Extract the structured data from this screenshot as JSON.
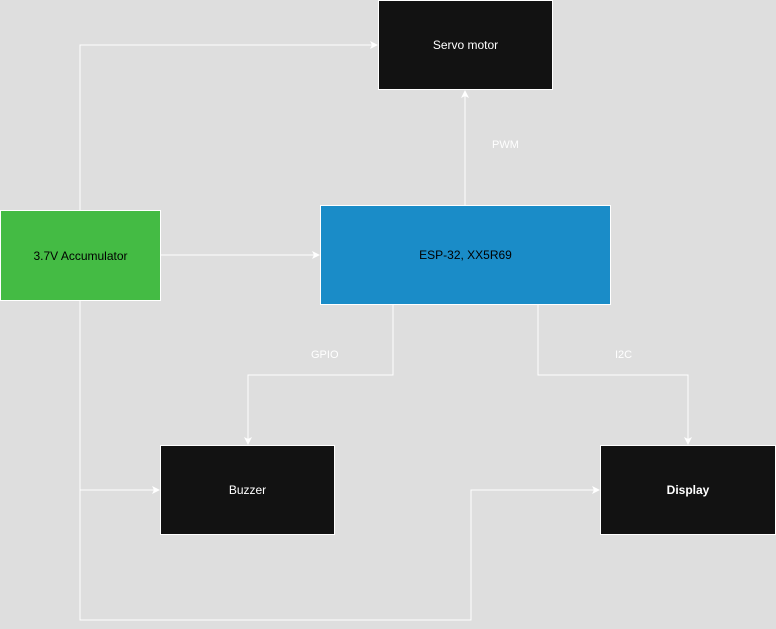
{
  "nodes": {
    "servo": "Servo motor",
    "accumulator": "3.7V Accumulator",
    "esp": "ESP-32, XX5R69",
    "buzzer": "Buzzer",
    "display": "Display"
  },
  "edge_labels": {
    "pwm": "PWM",
    "gpio": "GPIO",
    "i2c": "I2C"
  },
  "colors": {
    "background": "#dedede",
    "dark_node": "#121212",
    "accumulator": "#44bb44",
    "esp": "#1a8cc8",
    "connector": "#ffffff"
  }
}
